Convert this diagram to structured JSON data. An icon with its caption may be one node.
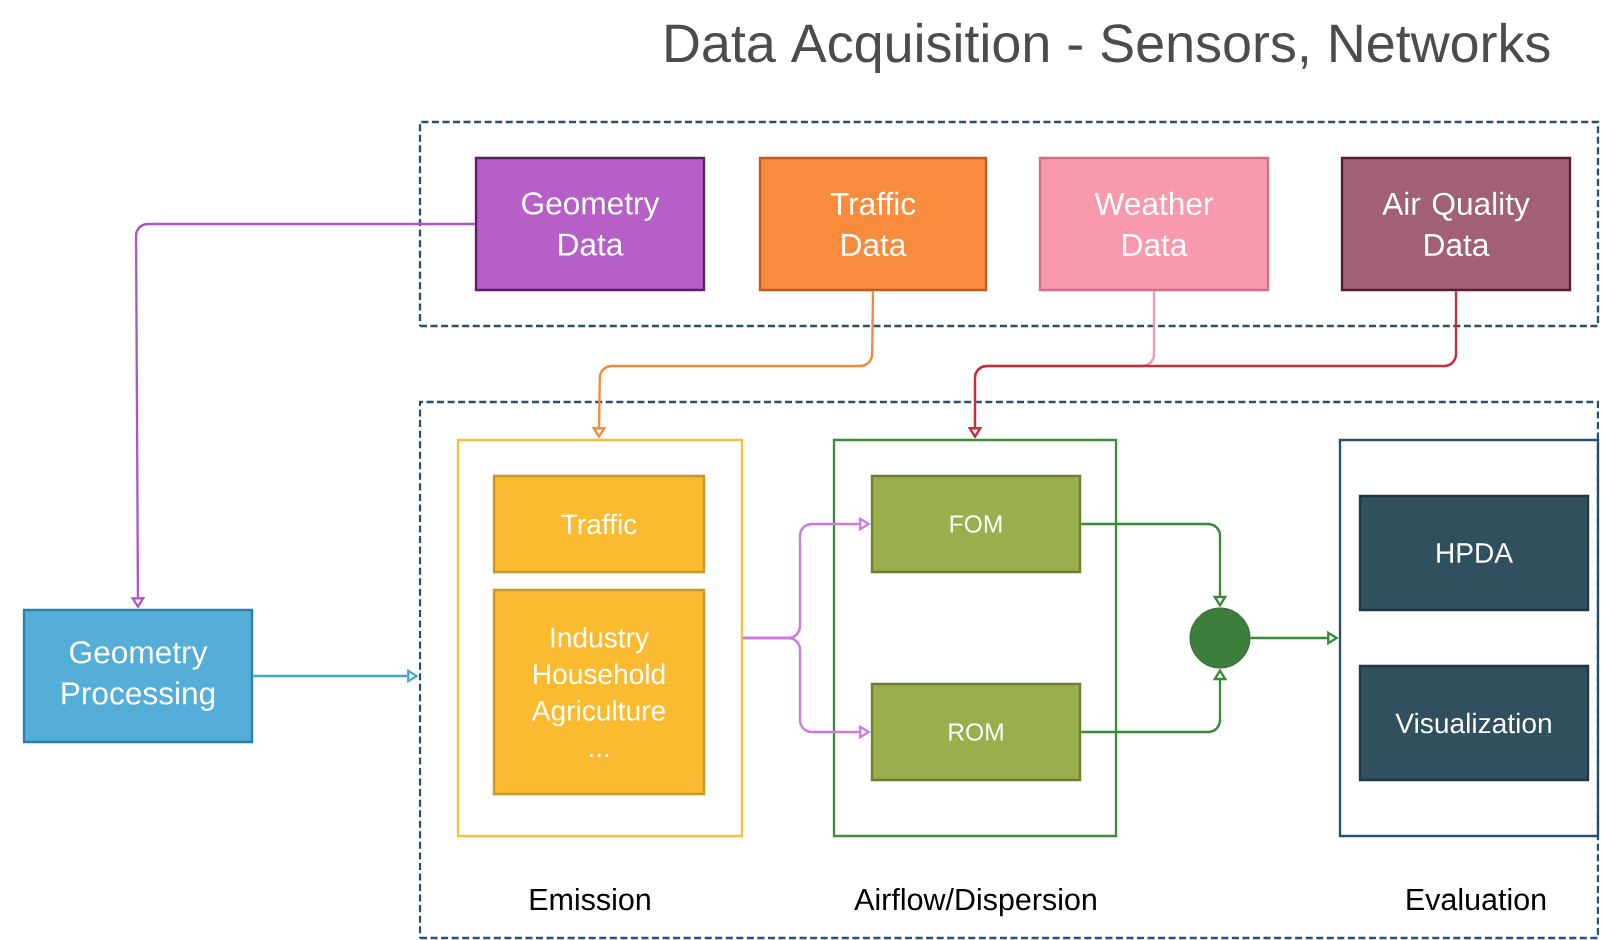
{
  "diagram": {
    "title": "Data Acquisition - Sensors, Networks",
    "nodes": [
      {
        "text": [],
        "shape": "box"
      },
      {
        "text": [
          "Geometry Data"
        ],
        "in": 0
      },
      {
        "text": [
          "Traffic Data"
        ],
        "in": 0
      },
      {
        "text": [
          "Weather Data"
        ],
        "in": 0
      },
      {
        "text": [
          "Air Quality Data"
        ],
        "in": 0
      },
      {
        "text": [
          "Geometry Processing"
        ]
      },
      {
        "text": [],
        "shape": "box"
      },
      {
        "text": [
          "Emission"
        ],
        "in": 6
      },
      {
        "text": [
          "Traffic"
        ],
        "in": 7
      },
      {
        "text": [
          "Industry Household Agriculture ..."
        ],
        "in": 7
      },
      {
        "text": [
          "Airflow/Dispersion"
        ],
        "in": 6
      },
      {
        "text": [
          "FOM"
        ],
        "in": 10
      },
      {
        "text": [
          "ROM"
        ],
        "in": 10
      },
      {
        "text": [],
        "shape": "circle",
        "in": 6
      },
      {
        "text": [
          "Evaluation"
        ],
        "in": 6
      },
      {
        "text": [
          "HPDA"
        ],
        "in": 14
      },
      {
        "text": [
          "Visualization"
        ],
        "in": 14
      }
    ],
    "edges": [
      {
        "from": 1,
        "to": 5,
        "arrow": "to",
        "color": "#b055c8"
      },
      {
        "from": 2,
        "to": 7,
        "arrow": "to",
        "color": "#f08a3c"
      },
      {
        "from": 3,
        "to": 10,
        "arrow": "to",
        "color": "#f29ab0"
      },
      {
        "from": 4,
        "to": 10,
        "arrow": "to",
        "color": "#c0303e"
      },
      {
        "from": 5,
        "to": 6,
        "arrow": "to",
        "color": "#45a8d3"
      },
      {
        "from": 7,
        "to": 11,
        "arrow": "to",
        "color": "#cc7ae0"
      },
      {
        "from": 7,
        "to": 12,
        "arrow": "to",
        "color": "#cc7ae0"
      },
      {
        "from": 11,
        "to": 13,
        "arrow": "to"
      },
      {
        "from": 12,
        "to": 13,
        "arrow": "to"
      },
      {
        "from": 13,
        "to": 14,
        "arrow": "to"
      }
    ]
  }
}
